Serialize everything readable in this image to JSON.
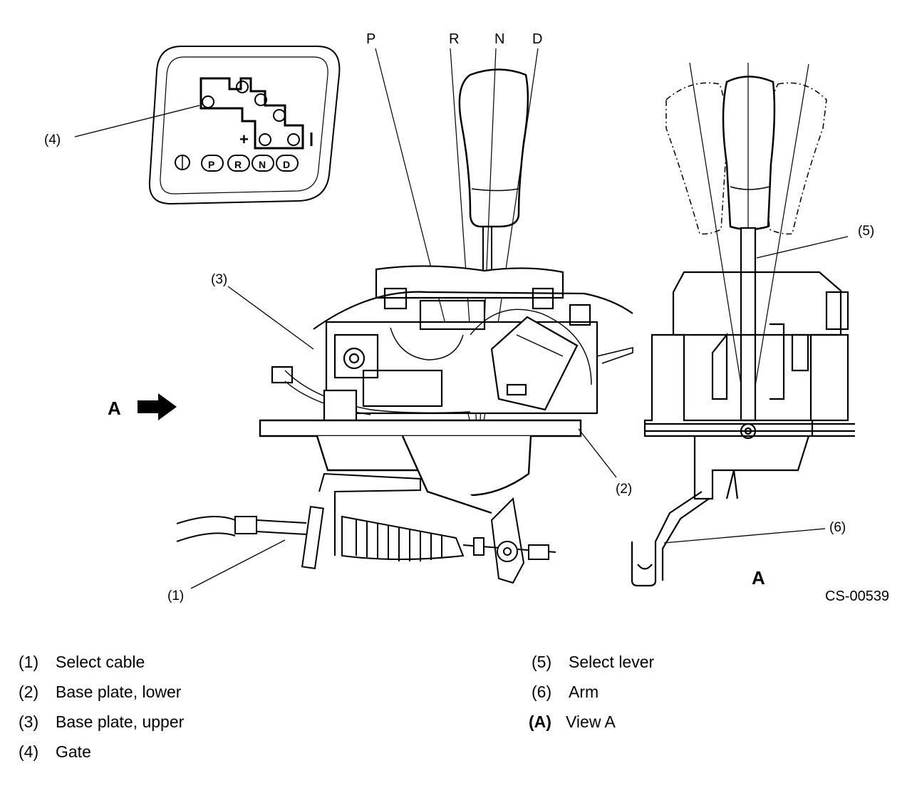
{
  "positions": {
    "p": "P",
    "r": "R",
    "n": "N",
    "d": "D"
  },
  "gate_labels": {
    "p": "P",
    "r": "R",
    "n": "N",
    "d": "D",
    "plus": "+",
    "minus": "I"
  },
  "callouts": {
    "c1": "(1)",
    "c2": "(2)",
    "c3": "(3)",
    "c4": "(4)",
    "c5": "(5)",
    "c6": "(6)"
  },
  "view_arrow_label": "A",
  "view_label": "A",
  "figure_code": "CS-00539",
  "legend": {
    "left": [
      {
        "num": "(1)",
        "text": "Select cable"
      },
      {
        "num": "(2)",
        "text": "Base plate, lower"
      },
      {
        "num": "(3)",
        "text": "Base plate, upper"
      },
      {
        "num": "(4)",
        "text": "Gate"
      }
    ],
    "right": [
      {
        "num": "(5)",
        "text": "Select lever"
      },
      {
        "num": "(6)",
        "text": "Arm"
      },
      {
        "num": "(A)",
        "text": "View A"
      }
    ]
  }
}
